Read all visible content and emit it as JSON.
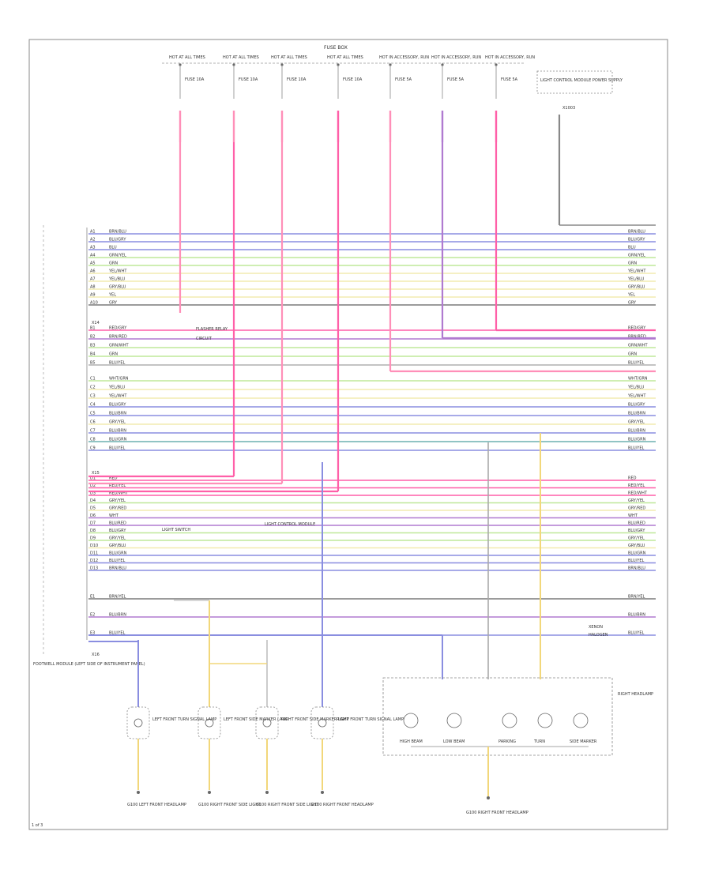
{
  "top_fuses": {
    "headers": [
      "HOT AT ALL TIMES",
      "HOT AT ALL TIMES",
      "HOT AT ALL TIMES",
      "HOT AT ALL TIMES",
      "HOT IN ACCESSORY, RUN",
      "HOT IN ACCESSORY, RUN",
      "HOT IN ACCESSORY, RUN"
    ],
    "fuse_labels": [
      "FUSE 10A",
      "FUSE 10A",
      "FUSE 10A",
      "FUSE 10A",
      "FUSE 5A",
      "FUSE 5A",
      "FUSE 5A"
    ],
    "fuse_box_label": "FUSE BOX",
    "right_box_label": "LIGHT CONTROL MODULE POWER SUPPLY",
    "connector_ref": "X1003"
  },
  "module_label": "FOOTWELL MODULE (LEFT SIDE OF INSTRUMENT PANEL)",
  "connector_ids": [
    "X14",
    "X15",
    "X16"
  ],
  "wire_rows": [
    {
      "pin": "A1",
      "label": "BRN/BLU",
      "color": "#8a8ee0"
    },
    {
      "pin": "A2",
      "label": "BLU/GRY",
      "color": "#8a8ee0"
    },
    {
      "pin": "A3",
      "label": "BLU",
      "color": "#8a8ee0"
    },
    {
      "pin": "A4",
      "label": "GRN/YEL",
      "color": "#bfe89a"
    },
    {
      "pin": "A5",
      "label": "GRN",
      "color": "#bfe89a"
    },
    {
      "pin": "A6",
      "label": "YEL/WHT",
      "color": "#f2ebb0"
    },
    {
      "pin": "A7",
      "label": "YEL/BLU",
      "color": "#f2ebb0"
    },
    {
      "pin": "A8",
      "label": "GRY/BLU",
      "color": "#f2ebb0"
    },
    {
      "pin": "A9",
      "label": "YEL",
      "color": "#f2ebb0"
    },
    {
      "pin": "A10",
      "label": "GRY",
      "color": "#7a7a7a"
    },
    {
      "pin": "B1",
      "label": "RED/GRY",
      "color": "#ff5fa8"
    },
    {
      "pin": "B2",
      "label": "BRN/RED",
      "color": "#b07ad0"
    },
    {
      "pin": "B3",
      "label": "GRN/WHT",
      "color": "#bfe89a"
    },
    {
      "pin": "B4",
      "label": "GRN",
      "color": "#bfe89a"
    },
    {
      "pin": "B5",
      "label": "BLU/YEL",
      "color": "#b0b0b0"
    },
    {
      "pin": "C1",
      "label": "WHT/GRN",
      "color": "#bfe89a"
    },
    {
      "pin": "C2",
      "label": "YEL/BLU",
      "color": "#f2ebb0"
    },
    {
      "pin": "C3",
      "label": "YEL/WHT",
      "color": "#f2ebb0"
    },
    {
      "pin": "C4",
      "label": "BLU/GRY",
      "color": "#8a8ee0"
    },
    {
      "pin": "C5",
      "label": "BLU/BRN",
      "color": "#8a8ee0"
    },
    {
      "pin": "C6",
      "label": "GRY/YEL",
      "color": "#f2ebb0"
    },
    {
      "pin": "C7",
      "label": "BLU/BRN",
      "color": "#8a8ee0"
    },
    {
      "pin": "C8",
      "label": "BLU/GRN",
      "color": "#6db0b0"
    },
    {
      "pin": "C9",
      "label": "BLU/YEL",
      "color": "#8a8ee0"
    },
    {
      "pin": "D1",
      "label": "RED",
      "color": "#ff5fa8"
    },
    {
      "pin": "D2",
      "label": "RED/YEL",
      "color": "#ff5fa8"
    },
    {
      "pin": "D3",
      "label": "RED/WHT",
      "color": "#ff5fa8"
    },
    {
      "pin": "D4",
      "label": "GRY/YEL",
      "color": "#bfe89a"
    },
    {
      "pin": "D5",
      "label": "GRY/RED",
      "color": "#f2ebb0"
    },
    {
      "pin": "D6",
      "label": "WHT",
      "color": "#b07ad0"
    },
    {
      "pin": "D7",
      "label": "BLU/RED",
      "color": "#b07ad0"
    },
    {
      "pin": "D8",
      "label": "BLU/GRY",
      "color": "#bfe89a"
    },
    {
      "pin": "D9",
      "label": "GRY/YEL",
      "color": "#bfe89a"
    },
    {
      "pin": "D10",
      "label": "GRY/BLU",
      "color": "#f2ebb0"
    },
    {
      "pin": "D11",
      "label": "BLU/GRN",
      "color": "#8a8ee0"
    },
    {
      "pin": "D12",
      "label": "BLU/YEL",
      "color": "#8a8ee0"
    },
    {
      "pin": "D13",
      "label": "BRN/BLU",
      "color": "#8a8ee0"
    },
    {
      "pin": "E1",
      "label": "BRN/YEL",
      "color": "#7a7a7a"
    },
    {
      "pin": "E2",
      "label": "BLU/BRN",
      "color": "#b07ad0"
    },
    {
      "pin": "E3",
      "label": "BLU/YEL",
      "color": "#8a8ee0"
    }
  ],
  "inline_notes": [
    "FLASHER RELAY",
    "CIRCUIT",
    "LIGHT SWITCH",
    "LIGHT CONTROL MODULE"
  ],
  "bottom_components": [
    {
      "label": "LEFT FRONT TURN SIGNAL LAMP",
      "ground": "G100 LEFT FRONT HEADLAMP"
    },
    {
      "label": "LEFT FRONT SIDE MARKER LAMP",
      "ground": "G100 RIGHT FRONT SIDE LIGHT"
    },
    {
      "label": "RIGHT FRONT SIDE MARKER LAMP",
      "ground": "G100 RIGHT FRONT SIDE LIGHT"
    },
    {
      "label": "RIGHT FRONT TURN SIGNAL LAMP",
      "ground": "G100 RIGHT FRONT HEADLAMP"
    }
  ],
  "headlamp_box": {
    "label": "RIGHT HEADLAMP",
    "ground": "G100 RIGHT FRONT HEADLAMP",
    "parts": [
      "HIGH BEAM",
      "LOW BEAM",
      "PARKING",
      "TURN",
      "SIDE MARKER"
    ]
  },
  "legend": [
    "XENON",
    "HALOGEN"
  ],
  "page_ref": "1 of 3"
}
